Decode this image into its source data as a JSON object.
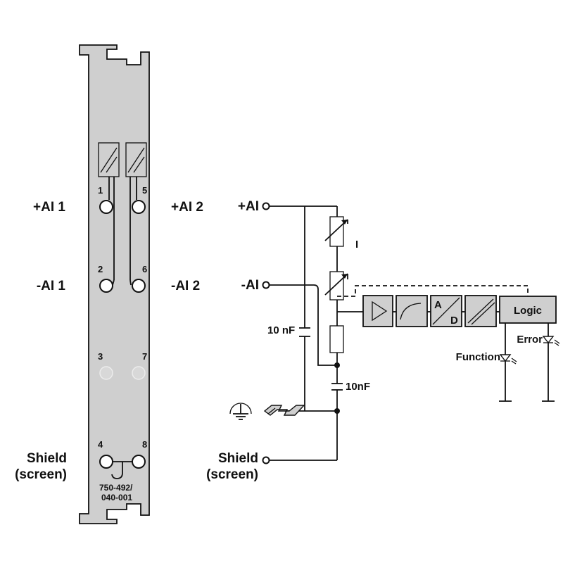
{
  "module": {
    "terminal_numbers": [
      "1",
      "5",
      "2",
      "6",
      "3",
      "7",
      "4",
      "8"
    ],
    "part_number_line1": "750-492/",
    "part_number_line2": "040-001"
  },
  "left_labels": {
    "ai1_plus": "+AI 1",
    "ai1_minus": "-AI 1",
    "ai2_plus": "+AI 2",
    "ai2_minus": "-AI 2",
    "shield_line1": "Shield",
    "shield_line2": "(screen)"
  },
  "schematic": {
    "ai_plus": "+AI",
    "ai_minus": "-AI",
    "cap_left": "10 nF",
    "cap_right": "10nF",
    "current_label": "I",
    "shield_line1": "Shield",
    "shield_line2": "(screen)",
    "adc_a": "A",
    "adc_d": "D",
    "logic": "Logic",
    "function": "Function",
    "error": "Error"
  },
  "colors": {
    "module_fill": "#cfcfcf",
    "line": "#111111"
  }
}
